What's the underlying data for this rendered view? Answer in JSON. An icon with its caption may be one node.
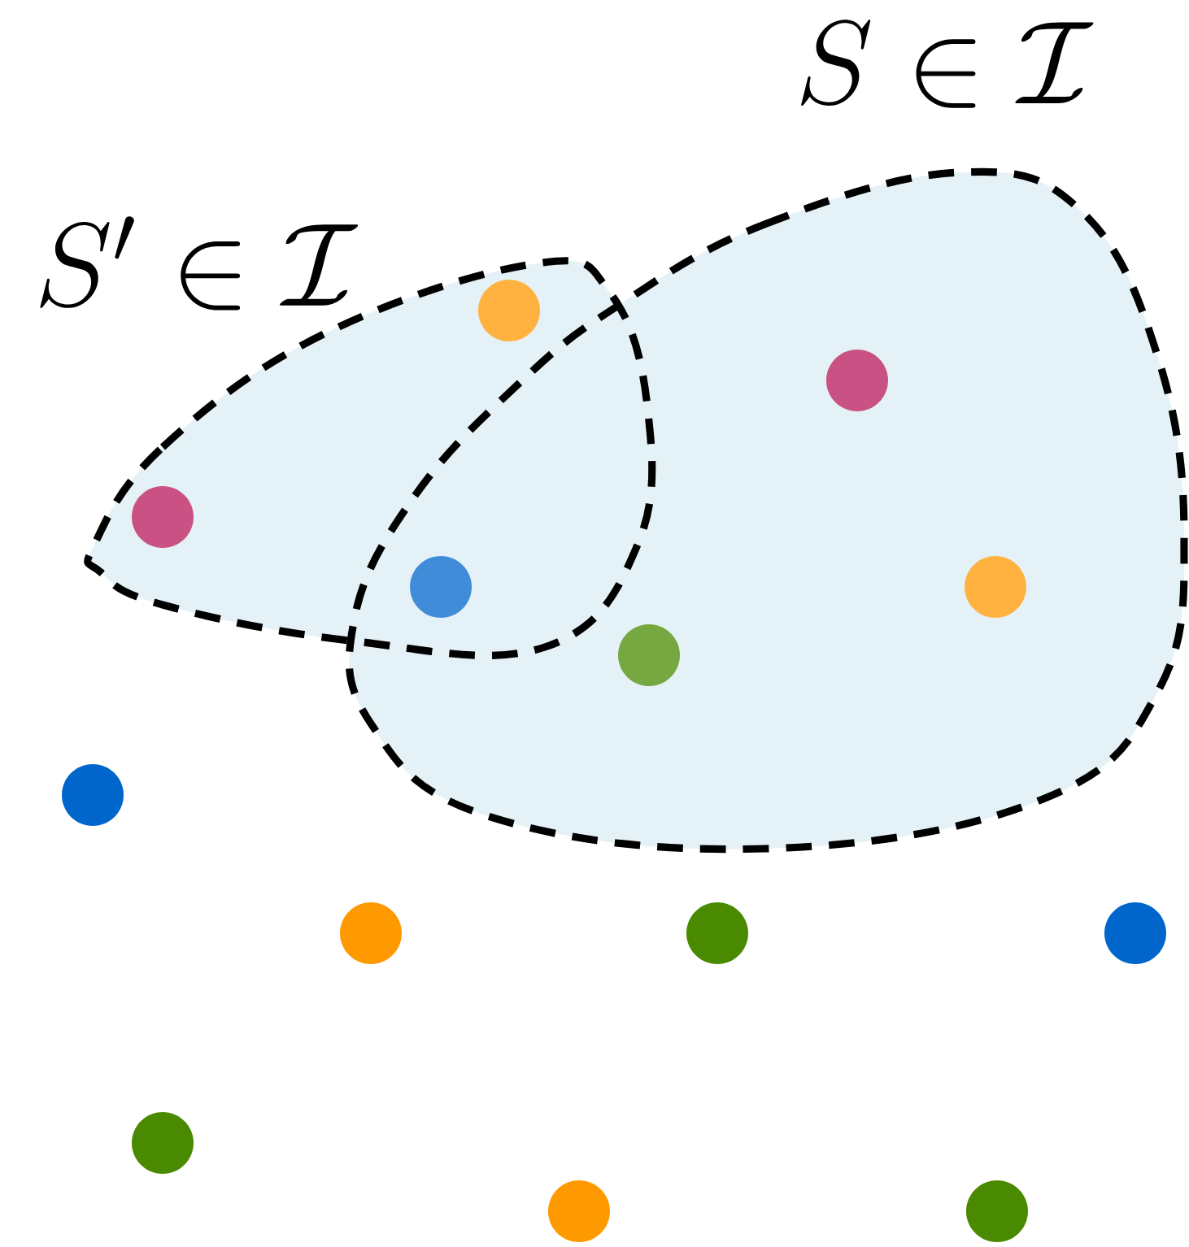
{
  "diagram": {
    "nodes": [
      {
        "text": [
          "S \\in \\mathcal{I}"
        ]
      },
      {
        "text": [
          "S' \\in \\mathcal{I}"
        ]
      },
      {
        "text": [],
        "shape": "circle",
        "in": 1
      },
      {
        "text": [],
        "shape": "circle",
        "in": 0
      },
      {
        "text": [],
        "shape": "circle",
        "in": 1
      },
      {
        "text": [],
        "shape": "circle"
      },
      {
        "text": [],
        "shape": "circle",
        "in": 0
      },
      {
        "text": [],
        "shape": "circle",
        "in": 0
      },
      {
        "text": [],
        "shape": "circle"
      },
      {
        "text": [],
        "shape": "circle"
      },
      {
        "text": [],
        "shape": "circle"
      },
      {
        "text": [],
        "shape": "circle"
      },
      {
        "text": [],
        "shape": "circle"
      },
      {
        "text": [],
        "shape": "circle"
      },
      {
        "text": [],
        "shape": "circle"
      }
    ]
  }
}
